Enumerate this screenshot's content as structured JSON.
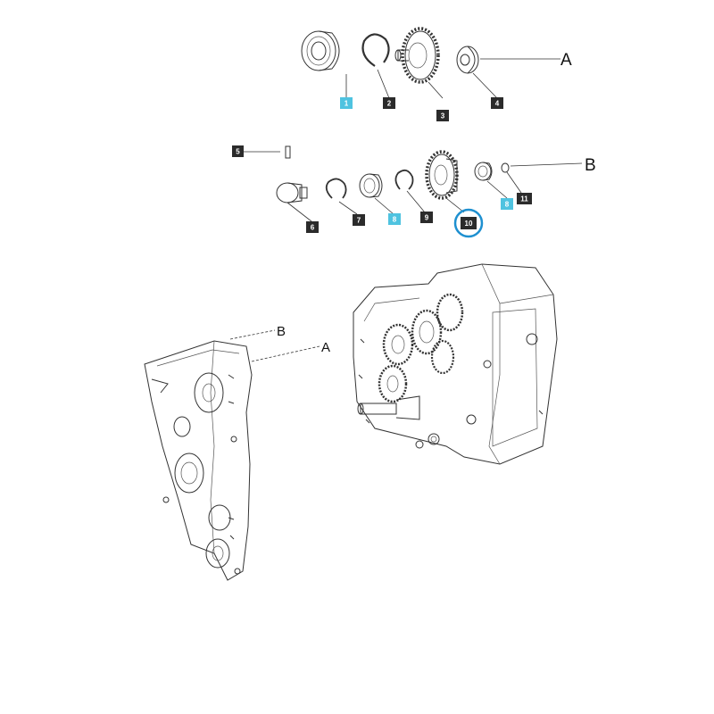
{
  "colors": {
    "callout_dark": "#2b2b2b",
    "callout_cyan": "#4fc3e0",
    "highlight_ring": "#1e90d0",
    "line": "#333333"
  },
  "callouts": [
    {
      "id": "1",
      "style": "cyan"
    },
    {
      "id": "2",
      "style": "dark"
    },
    {
      "id": "3",
      "style": "dark"
    },
    {
      "id": "4",
      "style": "dark"
    },
    {
      "id": "5",
      "style": "dark"
    },
    {
      "id": "6",
      "style": "dark"
    },
    {
      "id": "7",
      "style": "dark"
    },
    {
      "id": "8",
      "style": "cyan"
    },
    {
      "id": "9",
      "style": "dark"
    },
    {
      "id": "10",
      "style": "dark",
      "highlighted": true
    },
    {
      "id": "8",
      "style": "cyan"
    },
    {
      "id": "11",
      "style": "dark"
    }
  ],
  "reference_letters": {
    "top_a": "A",
    "top_b": "B",
    "lower_b": "B",
    "lower_a": "A"
  }
}
